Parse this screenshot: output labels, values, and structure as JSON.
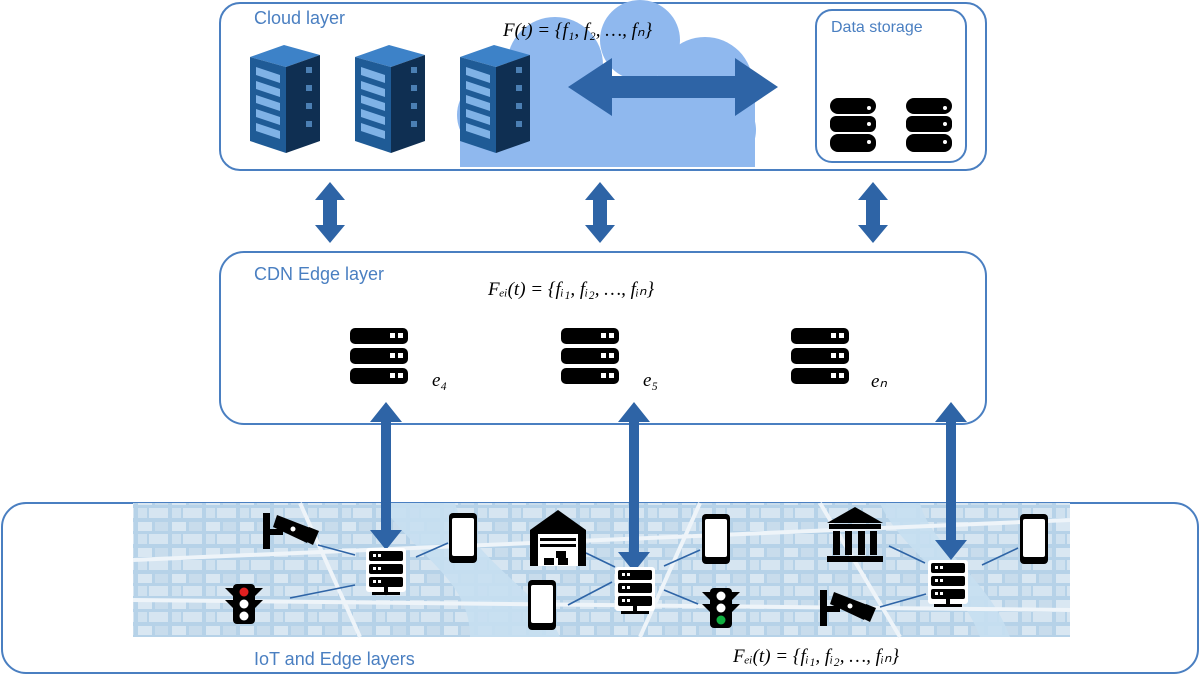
{
  "cloud_layer": {
    "label": "Cloud layer",
    "formula": "F(t) = {f₁, f₂, …, fₙ}",
    "data_storage_label": "Data storage"
  },
  "cdn_layer": {
    "label": "CDN Edge layer",
    "formula": "Fₑᵢ(t) = {fᵢ₁, fᵢ₂, …, fᵢₙ}",
    "nodes": [
      "e₄",
      "e₅",
      "eₙ"
    ]
  },
  "iot_layer": {
    "label": "IoT and Edge layers",
    "formula": "Fₑᵢ(t) = {fᵢ₁, fᵢ₂, …, fᵢₙ}"
  },
  "colors": {
    "frame": "#4a7fc1",
    "arrow": "#2e64a6",
    "cloud": "#8fb8ee",
    "server_rack": "#1f5b96",
    "map_water": "#b9d8ee",
    "map_roads": "#e6eef5"
  },
  "icons": [
    "server-rack-icon",
    "cloud-icon",
    "database-icon",
    "edge-server-icon",
    "cctv-camera-icon",
    "smartphone-icon",
    "traffic-light-icon",
    "warehouse-icon",
    "bank-icon"
  ]
}
